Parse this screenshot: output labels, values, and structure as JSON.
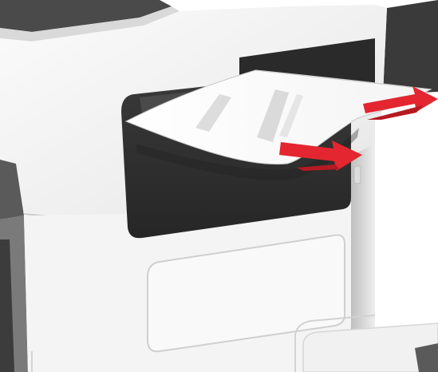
{
  "illustration": {
    "subject": "printer-paper-jam-removal",
    "colors": {
      "body_light": "#f6f6f6",
      "body_shadow": "#dcdcdc",
      "body_dark": "#4a4a4a",
      "tray_dark": "#2e2e2e",
      "outline": "#bdbdbd",
      "paper": "#ffffff",
      "paper_shade": "#cfcfcf",
      "arrow": "#e3262f"
    },
    "arrows": [
      {
        "name": "pull-direction-arrow",
        "direction": "right"
      },
      {
        "name": "pull-direction-arrow",
        "direction": "right"
      }
    ]
  }
}
